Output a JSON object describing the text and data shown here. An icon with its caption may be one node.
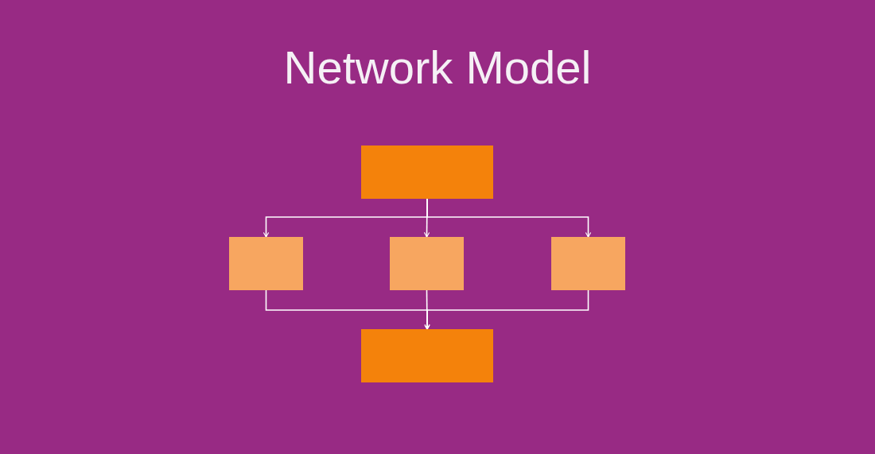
{
  "diagram": {
    "title": "Network Model",
    "nodes": [
      {
        "text": [],
        "shape": "box"
      },
      {
        "text": [],
        "shape": "box"
      },
      {
        "text": [],
        "shape": "box"
      },
      {
        "text": [],
        "shape": "box"
      },
      {
        "text": [],
        "shape": "box"
      }
    ],
    "edges": [
      {
        "from": 0,
        "to": 1,
        "arrow": "to"
      },
      {
        "from": 0,
        "to": 2,
        "arrow": "to"
      },
      {
        "from": 0,
        "to": 3,
        "arrow": "to"
      },
      {
        "from": 1,
        "to": 4,
        "arrow": "to"
      },
      {
        "from": 2,
        "to": 4,
        "arrow": "to"
      },
      {
        "from": 3,
        "to": 4,
        "arrow": "to"
      }
    ]
  }
}
